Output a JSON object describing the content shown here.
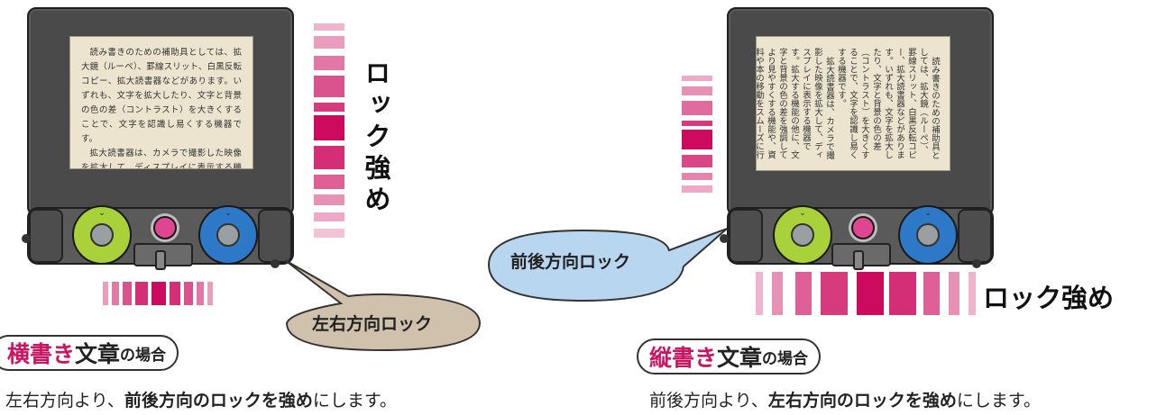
{
  "colors": {
    "accent": "#cc0a5e",
    "bubble_beige": "#cfc1ab",
    "bubble_blue": "#b9d6f0",
    "knob_green": "#a8d13a",
    "knob_blue": "#2d78c7",
    "pink_button": "#e0468f"
  },
  "left": {
    "screen_paragraphs": [
      "読み書きのための補助具としては、拡大鏡（ルーペ）、罫線スリット、白黒反転コピー、拡大読書器などがあります。いずれも、文字を拡大したり、文字と背景の色の差（コントラスト）を大きくすることで、文字を認識し易くする機器です。",
      "拡大読書器は、カメラで撮影した映像を拡大して、ディスプレイに表示する機器です。拡大する機能の他に、文字と背景の色の差を強調してより見やすくする機能や、資料や本の移動をスムーズに行えるテーブルなどを備えています。拡大鏡"
    ],
    "lock_strong_label": "ロック強め",
    "balloon_label": "左右方向ロック",
    "title": {
      "part1": "横書き",
      "part2": "文章",
      "part3": "の場合"
    },
    "desc": {
      "pre": "左右方向より、",
      "bold": "前後方向のロックを強め",
      "post": "にします。"
    }
  },
  "right": {
    "screen_paragraphs": [
      "読み書きのための補助具としては、拡大鏡（ルーペ）、罫線スリット、白黒反転コピー、拡大読書器などがあります。いずれも、文字を拡大したり、文字と背景の色の差（コントラスト）を大きくすることで、文字を認識し易くする機器です。",
      "拡大読書器は、カメラで撮影した映像を拡大して、ディスプレイに表示する機器です。拡大する機能の他に、文字と背景の色の差を強調してより見やすくする機能や、資料や本の移動をスムーズに行えるテーブルなどを備えています。拡大鏡（ルー"
    ],
    "lock_strong_label": "ロック強め",
    "balloon_label": "前後方向ロック",
    "title": {
      "part1": "縦書き",
      "part2": "文章",
      "part3": "の場合"
    },
    "desc": {
      "pre": "前後方向より、",
      "bold": "左右方向のロックを強め",
      "post": "にします。"
    }
  }
}
